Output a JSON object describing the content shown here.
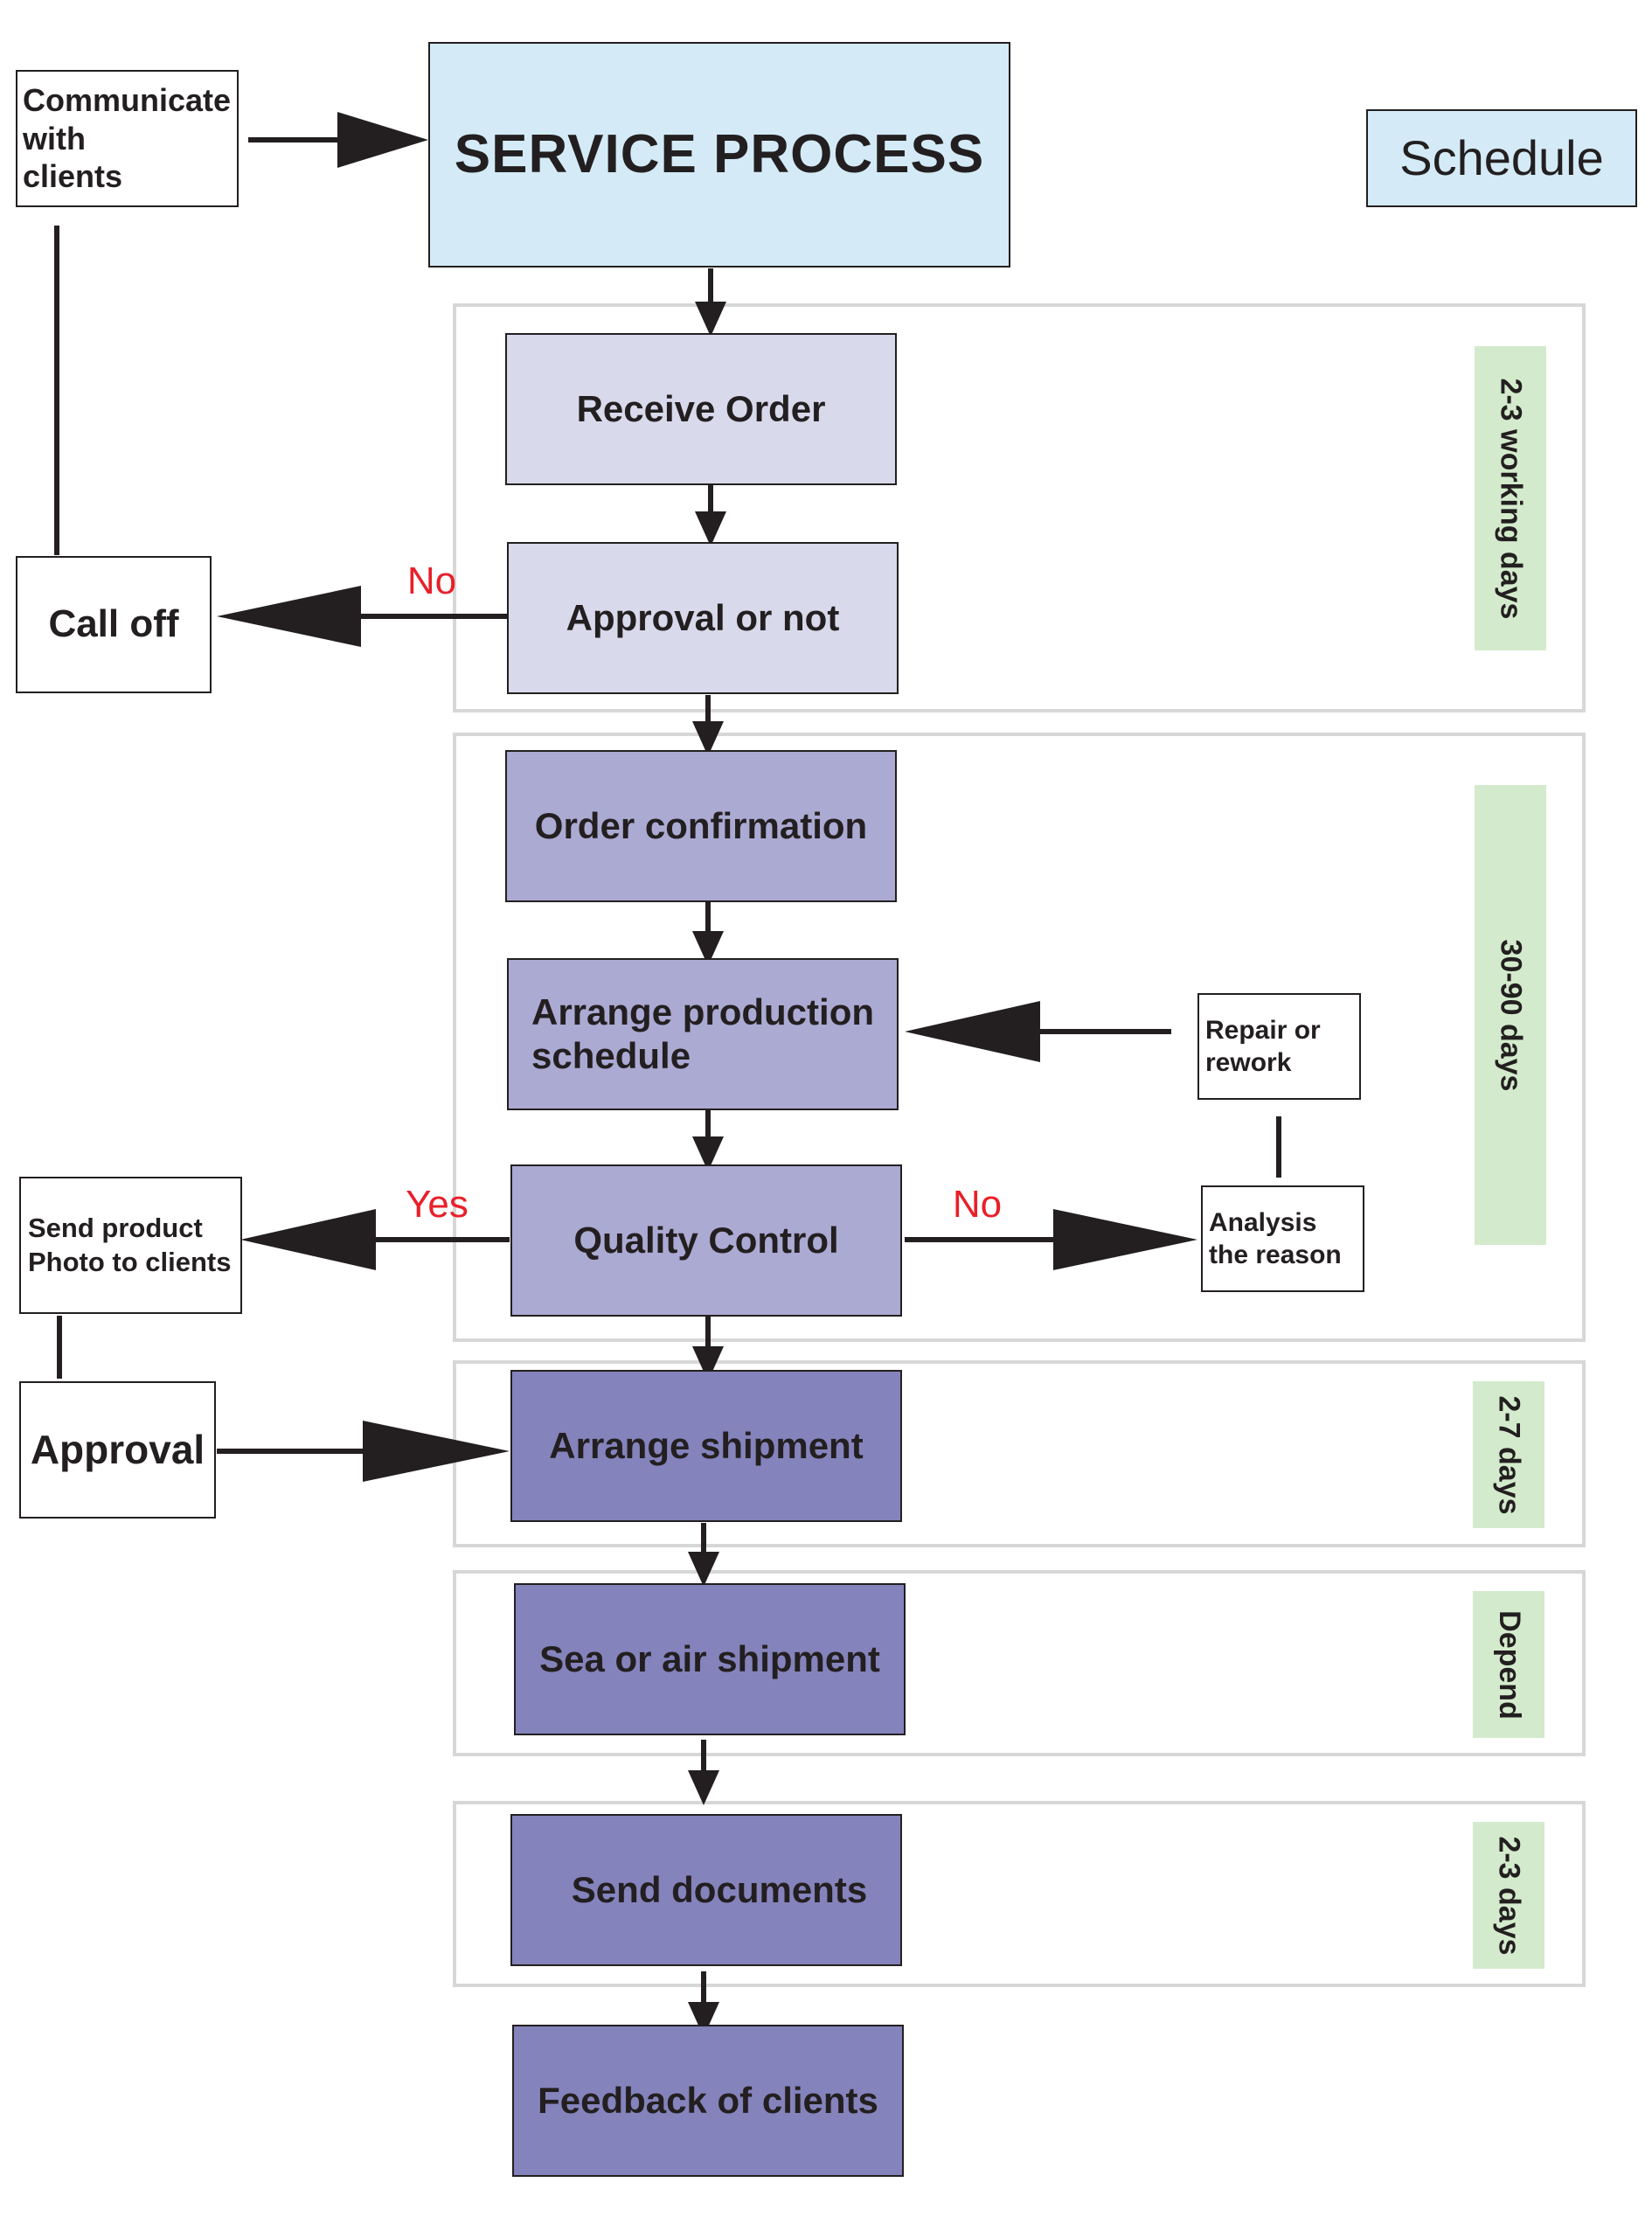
{
  "title": "SERVICE PROCESS",
  "schedule_header": "Schedule",
  "colors": {
    "title_fill": "#d4ebf7",
    "step_light": "#d9d9ec",
    "step_mid": "#abaad3",
    "step_dark": "#8483bc",
    "schedule_fill": "#d3ebcc",
    "band_border": "#d7d7d7",
    "decision_label": "#e8202a",
    "arrow": "#231f20"
  },
  "side_boxes": {
    "communicate": "Communicate\nwith\nclients",
    "call_off": "Call off",
    "send_photo": "Send product\nPhoto to clients",
    "approval": "Approval",
    "repair": "Repair or\nrework",
    "analysis": "Analysis\nthe reason"
  },
  "steps": [
    "Receive Order",
    "Approval or not",
    "Order confirmation",
    "Arrange production\nschedule",
    "Quality Control",
    "Arrange shipment",
    "Sea or air shipment",
    "Send documents",
    "Feedback of clients"
  ],
  "decision_labels": {
    "approval_no": "No",
    "qc_yes": "Yes",
    "qc_no": "No"
  },
  "schedule": [
    "2-3 working days",
    "30-90 days",
    "2-7 days",
    "Depend",
    "2-3 days"
  ]
}
